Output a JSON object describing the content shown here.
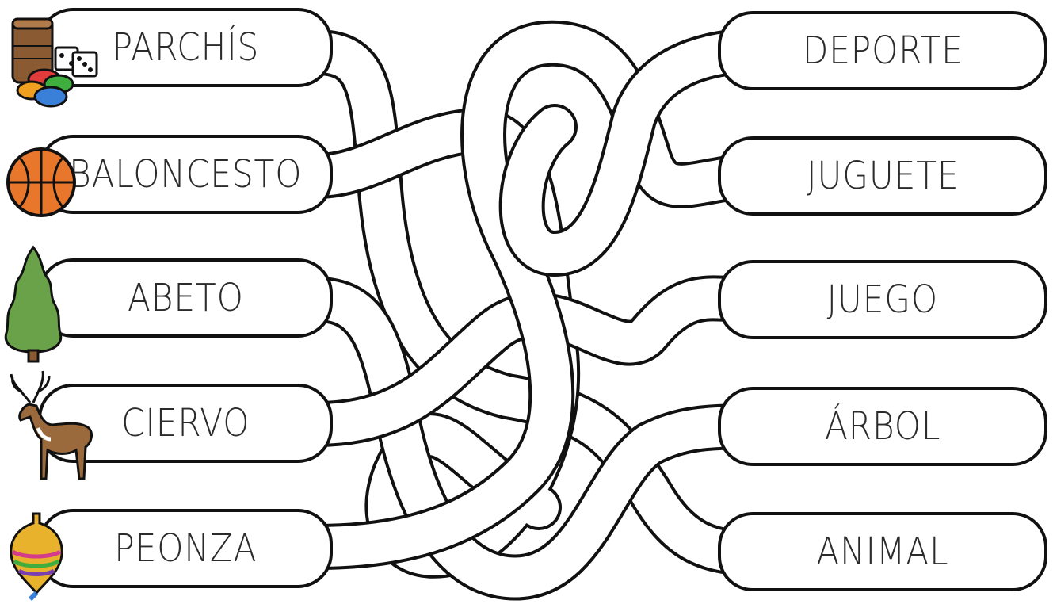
{
  "left_words": [
    "PARCHÍS",
    "BALONCESTO",
    "ABETO",
    "CIERVO",
    "PEONZA"
  ],
  "right_words": [
    "DEPORTE",
    "JUGUETE",
    "JUEGO",
    "ÁRBOL",
    "ANIMAL"
  ],
  "icons": [
    "parchis-game-icon",
    "basketball-icon",
    "fir-tree-icon",
    "deer-icon",
    "spinning-top-icon"
  ],
  "colors": {
    "outline": "#111111",
    "text": "#2b2b2b",
    "basketball": "#e8772c",
    "tree": "#6aa24a",
    "deer": "#9a6a3c"
  }
}
